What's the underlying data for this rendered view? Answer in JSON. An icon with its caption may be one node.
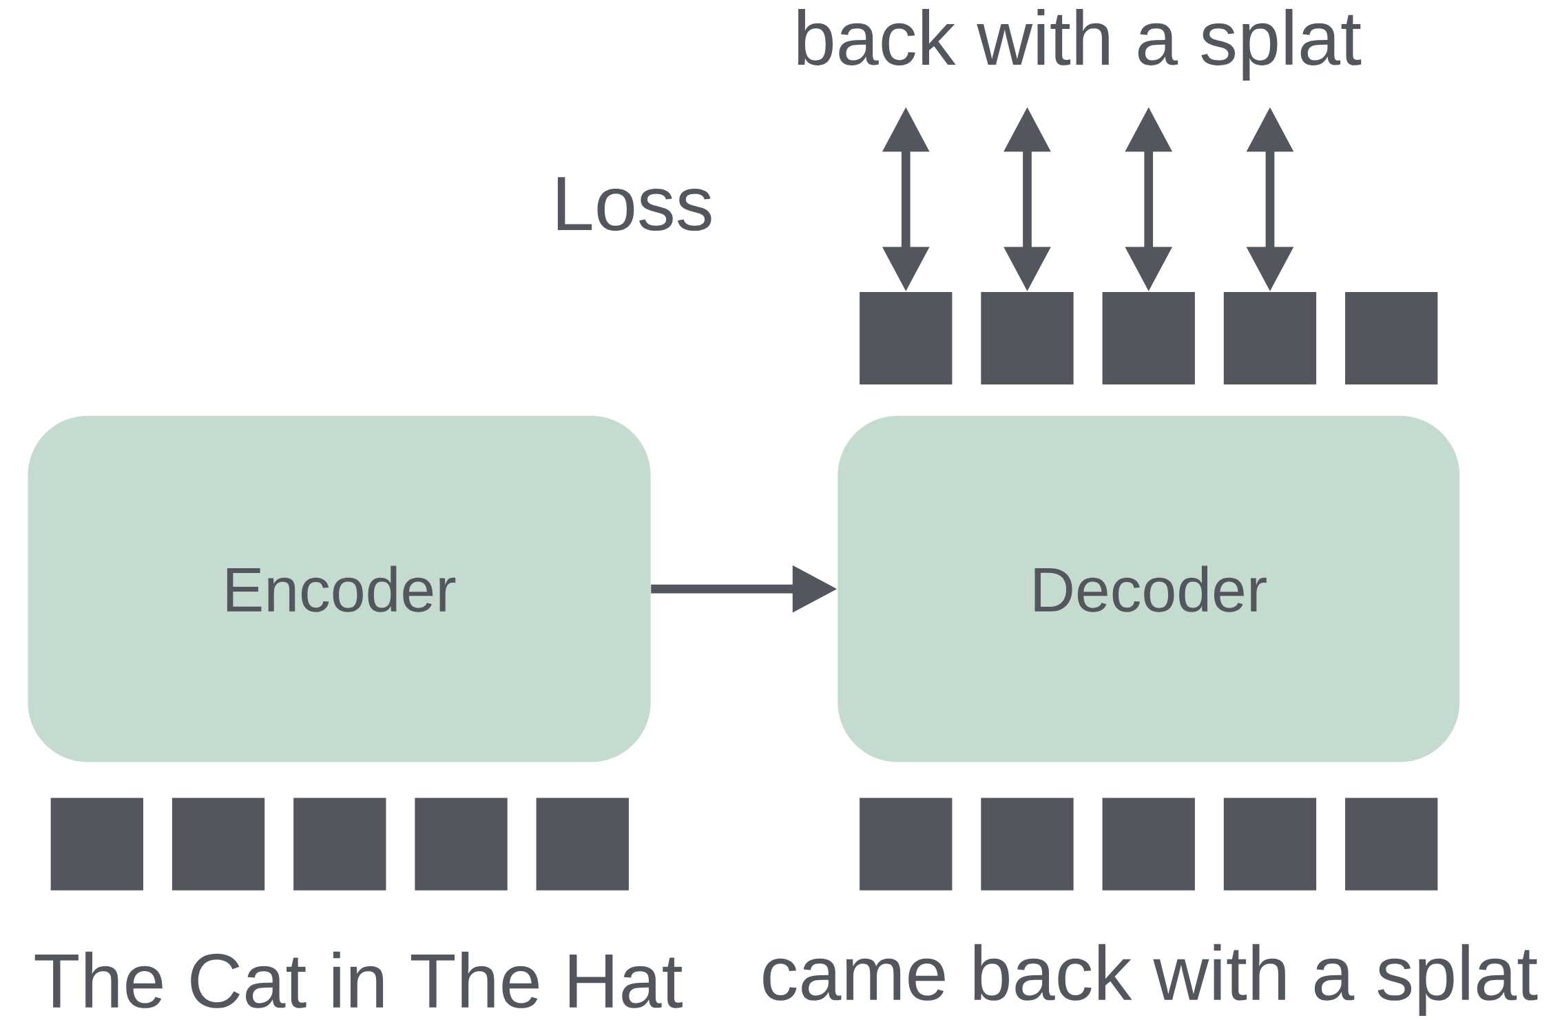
{
  "diagram": {
    "nodes": [
      {
        "text": [
          "back with a splat"
        ]
      },
      {
        "text": [],
        "shape": "box"
      },
      {
        "text": [],
        "shape": "box"
      },
      {
        "text": [],
        "shape": "box"
      },
      {
        "text": [],
        "shape": "box"
      },
      {
        "text": [],
        "shape": "box"
      },
      {
        "text": [
          "Encoder"
        ]
      },
      {
        "text": [
          "Decoder"
        ]
      },
      {
        "text": [],
        "shape": "box"
      },
      {
        "text": [],
        "shape": "box"
      },
      {
        "text": [],
        "shape": "box"
      },
      {
        "text": [],
        "shape": "box"
      },
      {
        "text": [],
        "shape": "box"
      },
      {
        "text": [],
        "shape": "box"
      },
      {
        "text": [],
        "shape": "box"
      },
      {
        "text": [],
        "shape": "box"
      },
      {
        "text": [],
        "shape": "box"
      },
      {
        "text": [],
        "shape": "box"
      }
    ],
    "edges": [
      {
        "from": 0,
        "to": 1,
        "arrow": "both"
      },
      {
        "from": 0,
        "to": 2,
        "arrow": "both"
      },
      {
        "from": 0,
        "to": 3,
        "arrow": "both"
      },
      {
        "from": 0,
        "to": 4,
        "arrow": "both"
      },
      {
        "from": 6,
        "to": 7,
        "arrow": "to"
      }
    ],
    "labels": [
      "Loss",
      "The Cat in The Hat",
      "came back with a splat"
    ]
  }
}
